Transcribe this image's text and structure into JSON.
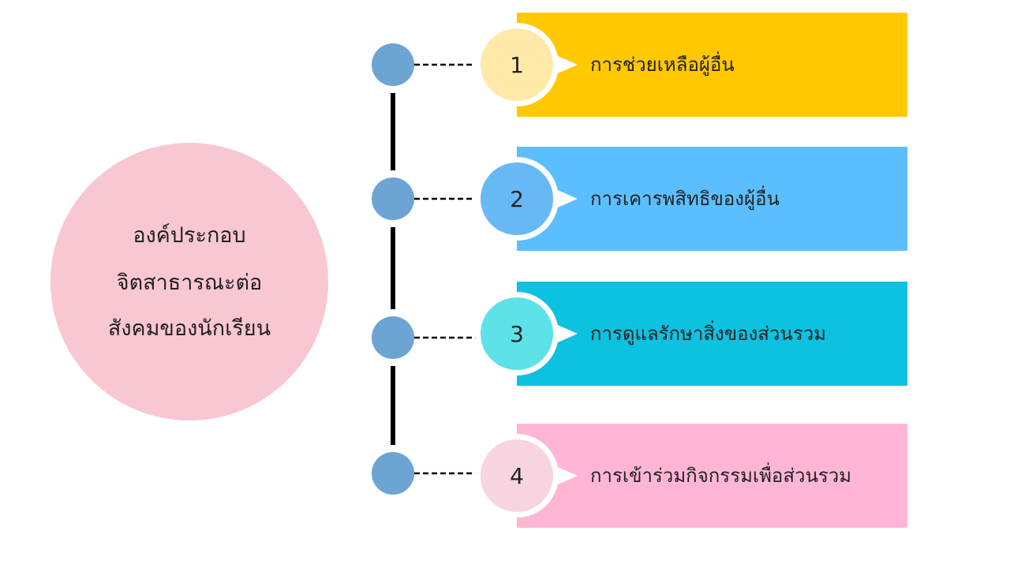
{
  "center": {
    "lines": [
      "องค์ประกอบ",
      "จิตสาธารณะต่อ",
      "สังคมของนักเรียน"
    ],
    "color": "#F9C7D1"
  },
  "connector_color": "#6CA4D4",
  "items": [
    {
      "number": "1",
      "label": "การช่วยเหลือผู้อื่น",
      "bar_color": "#FFC800",
      "badge_color": "#FFEAAA"
    },
    {
      "number": "2",
      "label": "การเคารพสิทธิของผู้อื่น",
      "bar_color": "#5BBFFF",
      "badge_color": "#66B9F4"
    },
    {
      "number": "3",
      "label": "การดูแลรักษาสิ่งของส่วนรวม",
      "bar_color": "#0DC1E0",
      "badge_color": "#5DE2E7"
    },
    {
      "number": "4",
      "label": "การเข้าร่วมกิจกรรมเพื่อส่วนรวม",
      "bar_color": "#FFB6D4",
      "badge_color": "#F8D4E1"
    }
  ]
}
